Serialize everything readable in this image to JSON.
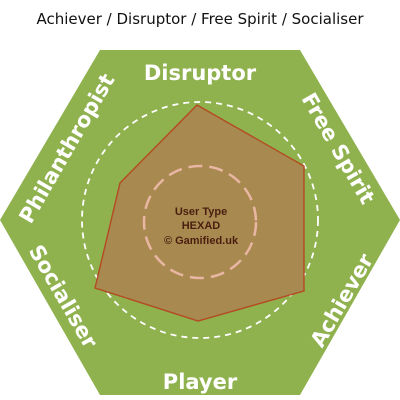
{
  "header": {
    "title": "Achiever / Disruptor / Free Spirit / Socialiser"
  },
  "hexagon": {
    "labels": {
      "top": "Disruptor",
      "top_right": "Free Spirit",
      "bottom_right": "Achiever",
      "bottom": "Player",
      "bottom_left": "Socialiser",
      "top_left": "Philanthropist"
    }
  },
  "center": {
    "line1": "User Type",
    "line2": "HEXAD",
    "line3": "© Gamified.uk"
  },
  "colors": {
    "hexagon_fill": "#8fb24f",
    "profile_fill": "#a88950",
    "profile_stroke": "#b44a22",
    "inner_ring": "#e8b6a2",
    "text_white": "#ffffff"
  }
}
